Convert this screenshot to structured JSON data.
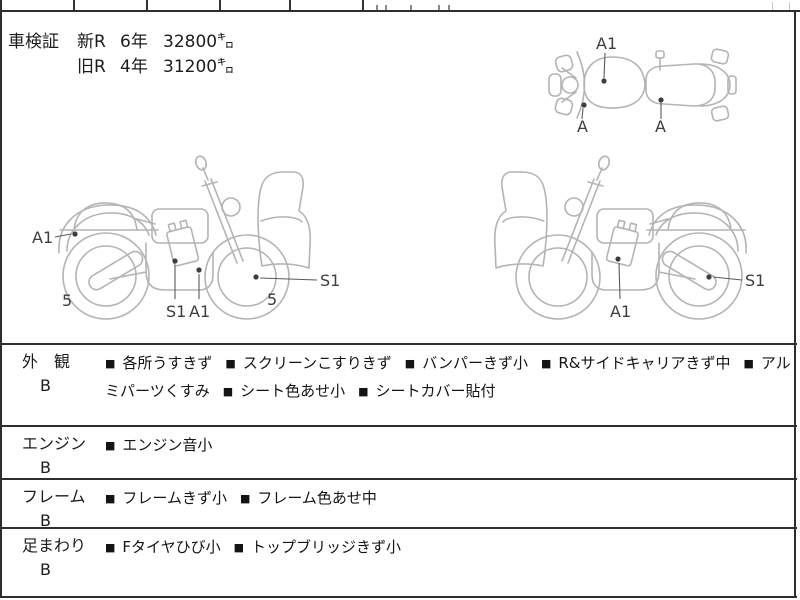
{
  "inspection": {
    "title": "車検証",
    "lines": [
      {
        "reg": "新R",
        "years": "6年",
        "mileage": "32800㌔"
      },
      {
        "reg": "旧R",
        "years": "4年",
        "mileage": "31200㌔"
      }
    ]
  },
  "diagram": {
    "top_view": {
      "a1": "A1",
      "a_front": "A",
      "a_rear": "A"
    },
    "left_bike": {
      "rear_a1": "A1",
      "rear_wheel_5": "5",
      "engine_s1": "S1",
      "engine_a1": "A1",
      "front_wheel_5": "5",
      "front_s1": "S1"
    },
    "right_bike": {
      "engine_a1": "A1",
      "rear_s1": "S1"
    }
  },
  "condition": {
    "bullet": "■",
    "rows": [
      {
        "category": "外　観",
        "grade": "B",
        "items": [
          "各所うすきず",
          "スクリーンこすりきず",
          "バンパーきず小",
          "R&サイドキャリアきず中",
          "アルミパーツくすみ",
          "シート色あせ小",
          "シートカバー貼付"
        ]
      },
      {
        "category": "エンジン",
        "grade": "B",
        "items": [
          "エンジン音小"
        ]
      },
      {
        "category": "フレーム",
        "grade": "B",
        "items": [
          "フレームきず小",
          "フレーム色あせ中"
        ]
      },
      {
        "category": "足まわり",
        "grade": "B",
        "items": [
          "Fタイヤひび小",
          "トップブリッジきず小"
        ]
      }
    ]
  },
  "colors": {
    "border": "#2e2e2e",
    "sketch": "#b4b4b4",
    "label": "#3d3d3d",
    "text": "#1c1c1c"
  }
}
